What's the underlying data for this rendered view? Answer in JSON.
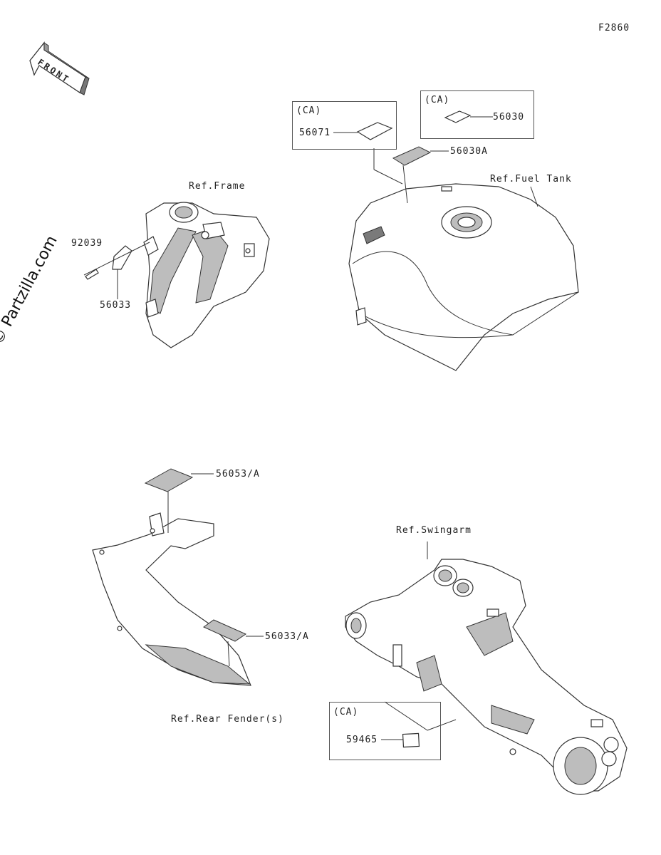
{
  "diagram_id": "F2860",
  "front_arrow_label": "FRONT",
  "watermark": "© Partzilla.com",
  "ref_labels": {
    "frame": "Ref.Frame",
    "fuel_tank": "Ref.Fuel Tank",
    "swingarm": "Ref.Swingarm",
    "rear_fender": "Ref.Rear Fender(s)"
  },
  "ca_label": "(CA)",
  "part_numbers": {
    "p92039": "92039",
    "p56033_frame": "56033",
    "p56071": "56071",
    "p56030": "56030",
    "p56030A": "56030A",
    "p56053A": "56053/A",
    "p56033A": "56033/A",
    "p59465": "59465"
  }
}
